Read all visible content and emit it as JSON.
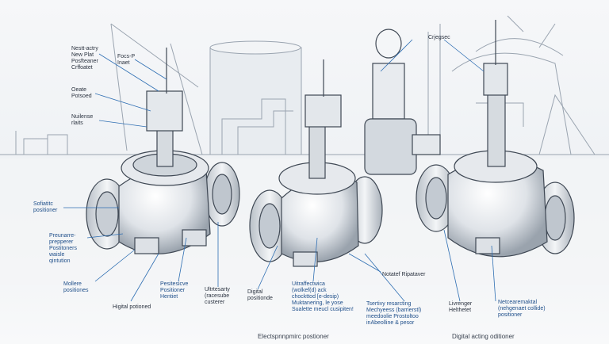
{
  "labels": {
    "l1": "Nestt-actry\nNew Plat\nPosfteaner\nCrffoatet",
    "l2": "Focs-P\nInaet",
    "l3": "Oeate\nPotsoed",
    "l4": "Nuilense\nrlaits",
    "l5": "Sofiatitc\npositioner",
    "l6": "Preunarre-\nprepperer\nPostitoners\nwaisle\nqintution",
    "l7": "Mollere\npositiones",
    "l8": "Higital potioned",
    "l9": "Pesitesicve\nPositioner\nHentiet",
    "l10": "Ultrtesarty\n(racesube\ncusterer",
    "l11": "Digital\npositionde",
    "l12": "Uitraffectwica\n(wolkef(d) ack\nchockttod [e-desip)\nMuktanering, le yose\nSualette meucl cusipiten!",
    "l13": "Notatef Ripataver",
    "l14": "Tsertivy resarcting\nMechyeess (barrierstl)\nmeedoolie Prostoltoo\ninAbeolline & pesor",
    "l15": "Livrenger\nHelthetet",
    "l16": "Netcearemaktal\n(nehgenaet collide)\npositioner",
    "l17": "Crjegsec"
  },
  "captions": {
    "c1": "Electspnnpmirc postioner",
    "c2": "Digital acting oditioner"
  },
  "colors": {
    "line": "#4a5563",
    "accent": "#2f6fb3",
    "metal": "#d9dde2"
  }
}
